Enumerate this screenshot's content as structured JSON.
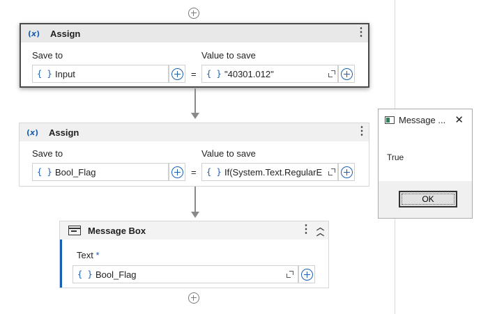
{
  "workflow": {
    "assign1": {
      "title": "Assign",
      "save_to_label": "Save to",
      "value_label": "Value to save",
      "save_to_value": "Input",
      "value": "\"40301.012\"",
      "equals": "="
    },
    "assign2": {
      "title": "Assign",
      "save_to_label": "Save to",
      "value_label": "Value to save",
      "save_to_value": "Bool_Flag",
      "value": "If(System.Text.RegularE",
      "equals": "="
    },
    "message_box": {
      "title": "Message Box",
      "text_label": "Text",
      "required_marker": "*",
      "text_value": "Bool_Flag"
    },
    "icons": {
      "assign": "(x)",
      "brace": "{ }",
      "kebab": "⋮",
      "collapse": "chevron-double-up-icon"
    }
  },
  "dialog": {
    "title": "Message ...",
    "close": "✕",
    "body": "True",
    "ok_label": "OK"
  },
  "colors": {
    "accent": "#1a5fb4",
    "connector": "#8a8a8a"
  }
}
